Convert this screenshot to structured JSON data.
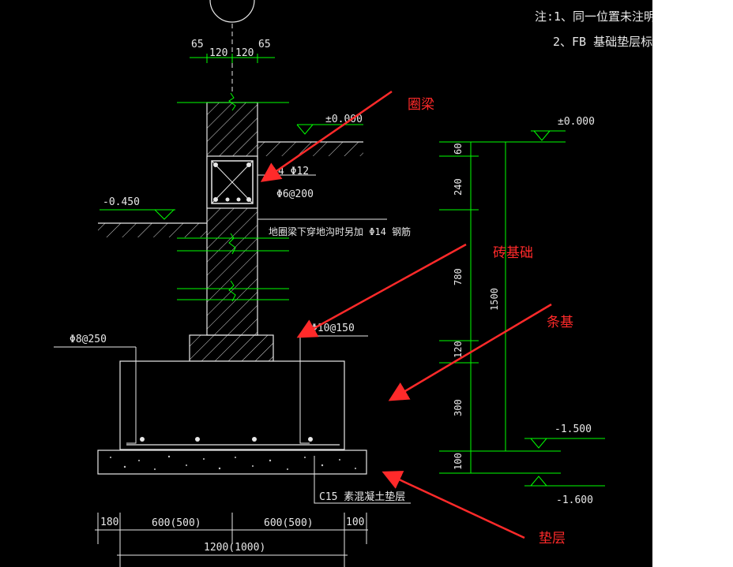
{
  "notes": {
    "line1": "注:1、同一位置未注明",
    "line2": "2、FB 基础垫层标"
  },
  "top_dims": [
    "65",
    "120",
    "120",
    "65"
  ],
  "levels": {
    "left_zero": "±0.000",
    "left_neg": "-0.450",
    "right_zero": "±0.000",
    "right_neg1500": "-1.500",
    "right_neg1600": "-1.600"
  },
  "beam": {
    "main_bars": "4 Φ12",
    "stirrups": "Φ6@200",
    "extra_note": "地圈梁下穿地沟时另加 Φ14 钢筋"
  },
  "rebar": {
    "left": "Φ8@250",
    "right": "Φ10@150"
  },
  "right_dims": [
    "60",
    "240",
    "780",
    "120",
    "300",
    "100"
  ],
  "right_total": "1500",
  "bottom_dims": [
    "180",
    "600(500)",
    "600(500)",
    "100"
  ],
  "bottom_total": "1200(1000)",
  "cushion_label": "C15  素混凝土垫层",
  "annotations": {
    "ring_beam": "圈梁",
    "brick_foundation": "砖基础",
    "strip_foundation": "条基",
    "cushion": "垫层"
  },
  "colors": {
    "background": "#000000",
    "lines": "#e8e8e8",
    "dimension": "#00ff00",
    "annotation": "#ff2a2a",
    "break_mark": "#00ff00"
  }
}
